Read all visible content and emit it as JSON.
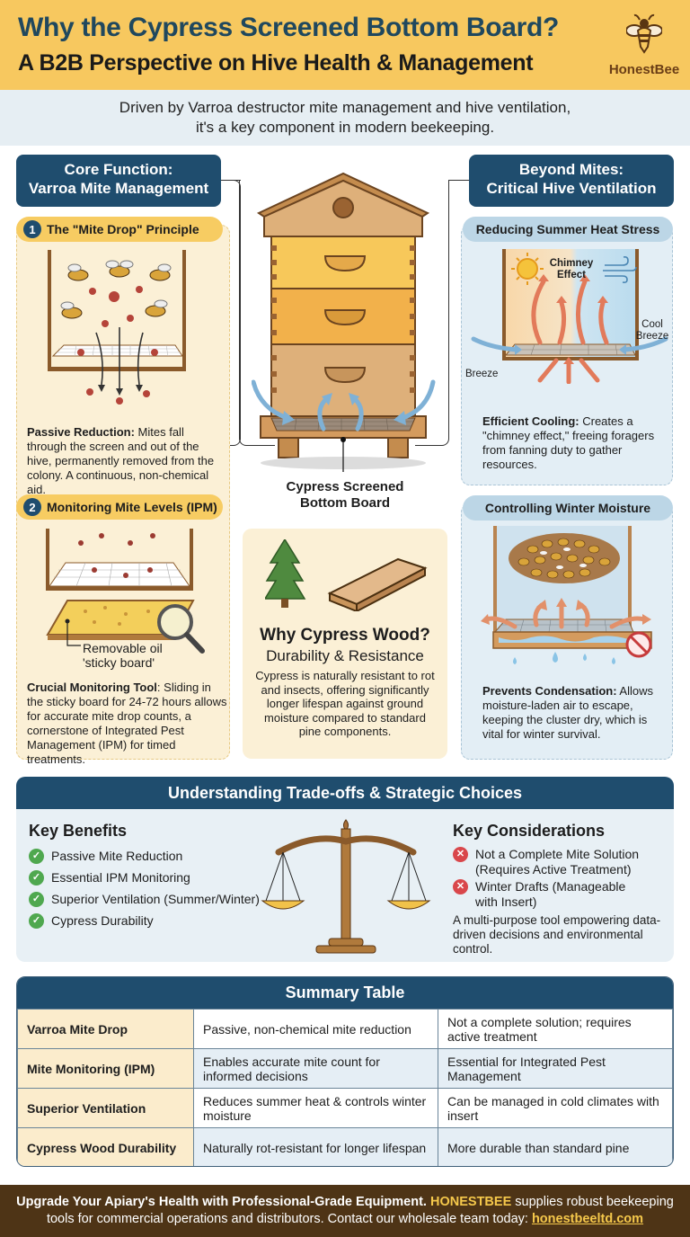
{
  "header": {
    "title": "Why the Cypress Screened Bottom Board?",
    "subtitle": "A B2B Perspective on Hive Health & Management",
    "logo_text": "HonestBee",
    "colors": {
      "banner": "#f7c85f",
      "title": "#20485e",
      "navy": "#1f4d6e"
    }
  },
  "intro": {
    "line1": "Driven by Varroa destructor mite management and hive ventilation,",
    "line2": "it's a key component in modern beekeeping."
  },
  "left": {
    "heading_line1": "Core Function:",
    "heading_line2": "Varroa Mite Management",
    "step1": {
      "number": "1",
      "title": "The \"Mite Drop\" Principle",
      "bold": "Passive Reduction:",
      "text": " Mites fall through the screen and out of the hive, permanently removed from the colony. A continuous, non-chemical aid."
    },
    "step2": {
      "number": "2",
      "title": "Monitoring Mite Levels (IPM)",
      "callout_line1": "Removable oil",
      "callout_line2": "'sticky board'",
      "bold": "Crucial Monitoring Tool",
      "text": ": Sliding in the sticky board for 24-72 hours allows for accurate mite drop counts, a cornerstone of Integrated Pest Management (IPM) for timed treatments."
    }
  },
  "center": {
    "hive_label_line1": "Cypress Screened",
    "hive_label_line2": "Bottom Board",
    "wood": {
      "title": "Why Cypress Wood?",
      "subtitle": "Durability & Resistance",
      "text": "Cypress is naturally resistant to rot and insects, offering significantly longer lifespan against ground moisture compared to standard pine components."
    }
  },
  "right": {
    "heading_line1": "Beyond Mites:",
    "heading_line2": "Critical Hive Ventilation",
    "summer": {
      "title": "Reducing Summer Heat Stress",
      "label_chimney_1": "Chimney",
      "label_chimney_2": "Effect",
      "label_cool_1": "Cool",
      "label_cool_2": "Breeze",
      "label_breeze": "Breeze",
      "bold": "Efficient Cooling:",
      "text": " Creates a \"chimney effect,\" freeing foragers from fanning duty to gather resources."
    },
    "winter": {
      "title": "Controlling Winter Moisture",
      "bold": "Prevents Condensation:",
      "text": " Allows moisture-laden air to escape, keeping the cluster dry, which is vital for winter survival."
    }
  },
  "tradeoffs": {
    "title": "Understanding Trade-offs & Strategic Choices",
    "benefits_title": "Key Benefits",
    "benefits": [
      "Passive Mite Reduction",
      "Essential IPM Monitoring",
      "Superior Ventilation (Summer/Winter)",
      "Cypress Durability"
    ],
    "considerations_title": "Key Considerations",
    "considerations": [
      {
        "line1": "Not a Complete Mite Solution",
        "line2": "(Requires Active Treatment)"
      },
      {
        "line1": "Winter Drafts (Manageable",
        "line2": "with Insert)"
      }
    ],
    "note": "A multi-purpose tool empowering data-driven decisions and environmental control."
  },
  "summary": {
    "title": "Summary Table",
    "rows": [
      [
        "Varroa Mite Drop",
        "Passive, non-chemical mite reduction",
        "Not a complete solution; requires active treatment"
      ],
      [
        "Mite Monitoring (IPM)",
        "Enables accurate mite count for informed decisions",
        "Essential for Integrated Pest Management"
      ],
      [
        "Superior Ventilation",
        "Reduces summer heat & controls winter moisture",
        "Can be managed in cold climates with insert"
      ],
      [
        "Cypress Wood Durability",
        "Naturally rot-resistant for longer lifespan",
        "More durable than standard pine"
      ]
    ]
  },
  "footer": {
    "bold": "Upgrade Your Apiary's Health with Professional-Grade Equipment.",
    "brand": "HONESTBEE",
    "text1": " supplies robust beekeeping",
    "text2": "tools for commercial operations and distributors. Contact our wholesale team today: ",
    "link": "honestbeeltd.com"
  }
}
